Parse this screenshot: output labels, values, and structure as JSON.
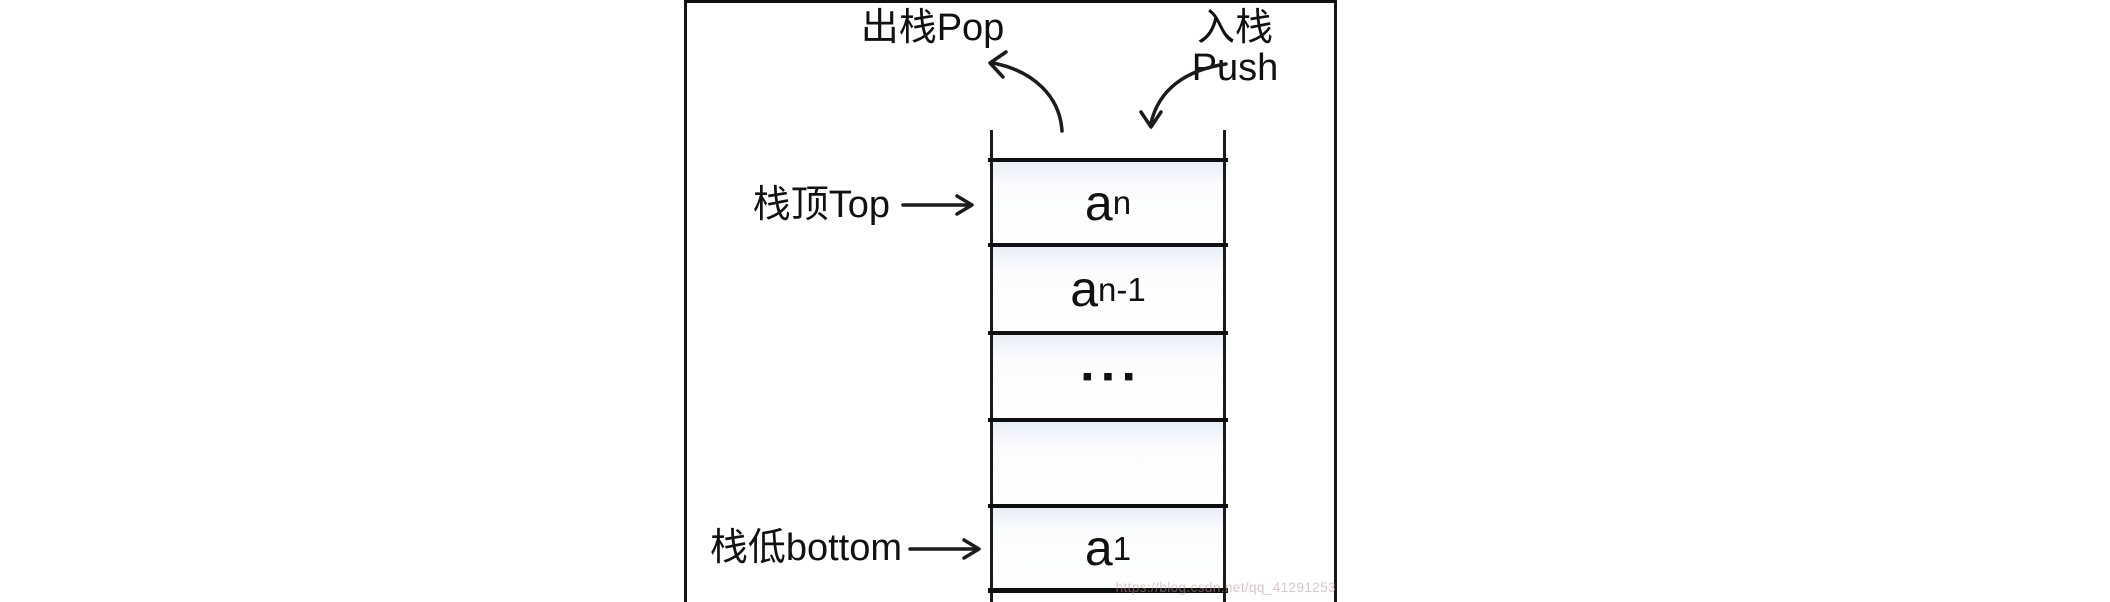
{
  "diagram": {
    "title_pop": "出栈Pop",
    "title_push": "入栈Push",
    "label_top": "栈顶Top",
    "label_bottom": "栈低bottom",
    "stack_cells": [
      {
        "base": "a",
        "sub": "n"
      },
      {
        "base": "a",
        "sub": "n-1"
      },
      {
        "dots": "▪▪▪"
      },
      {
        "base": "",
        "sub": ""
      },
      {
        "base": "a",
        "sub": "1"
      }
    ],
    "watermark": "https://blog.csdn.net/qq_41291253",
    "colors": {
      "stroke": "#1c1c1c",
      "cell_tint": "#e9eef7",
      "watermark_tint": "#c49698"
    }
  }
}
